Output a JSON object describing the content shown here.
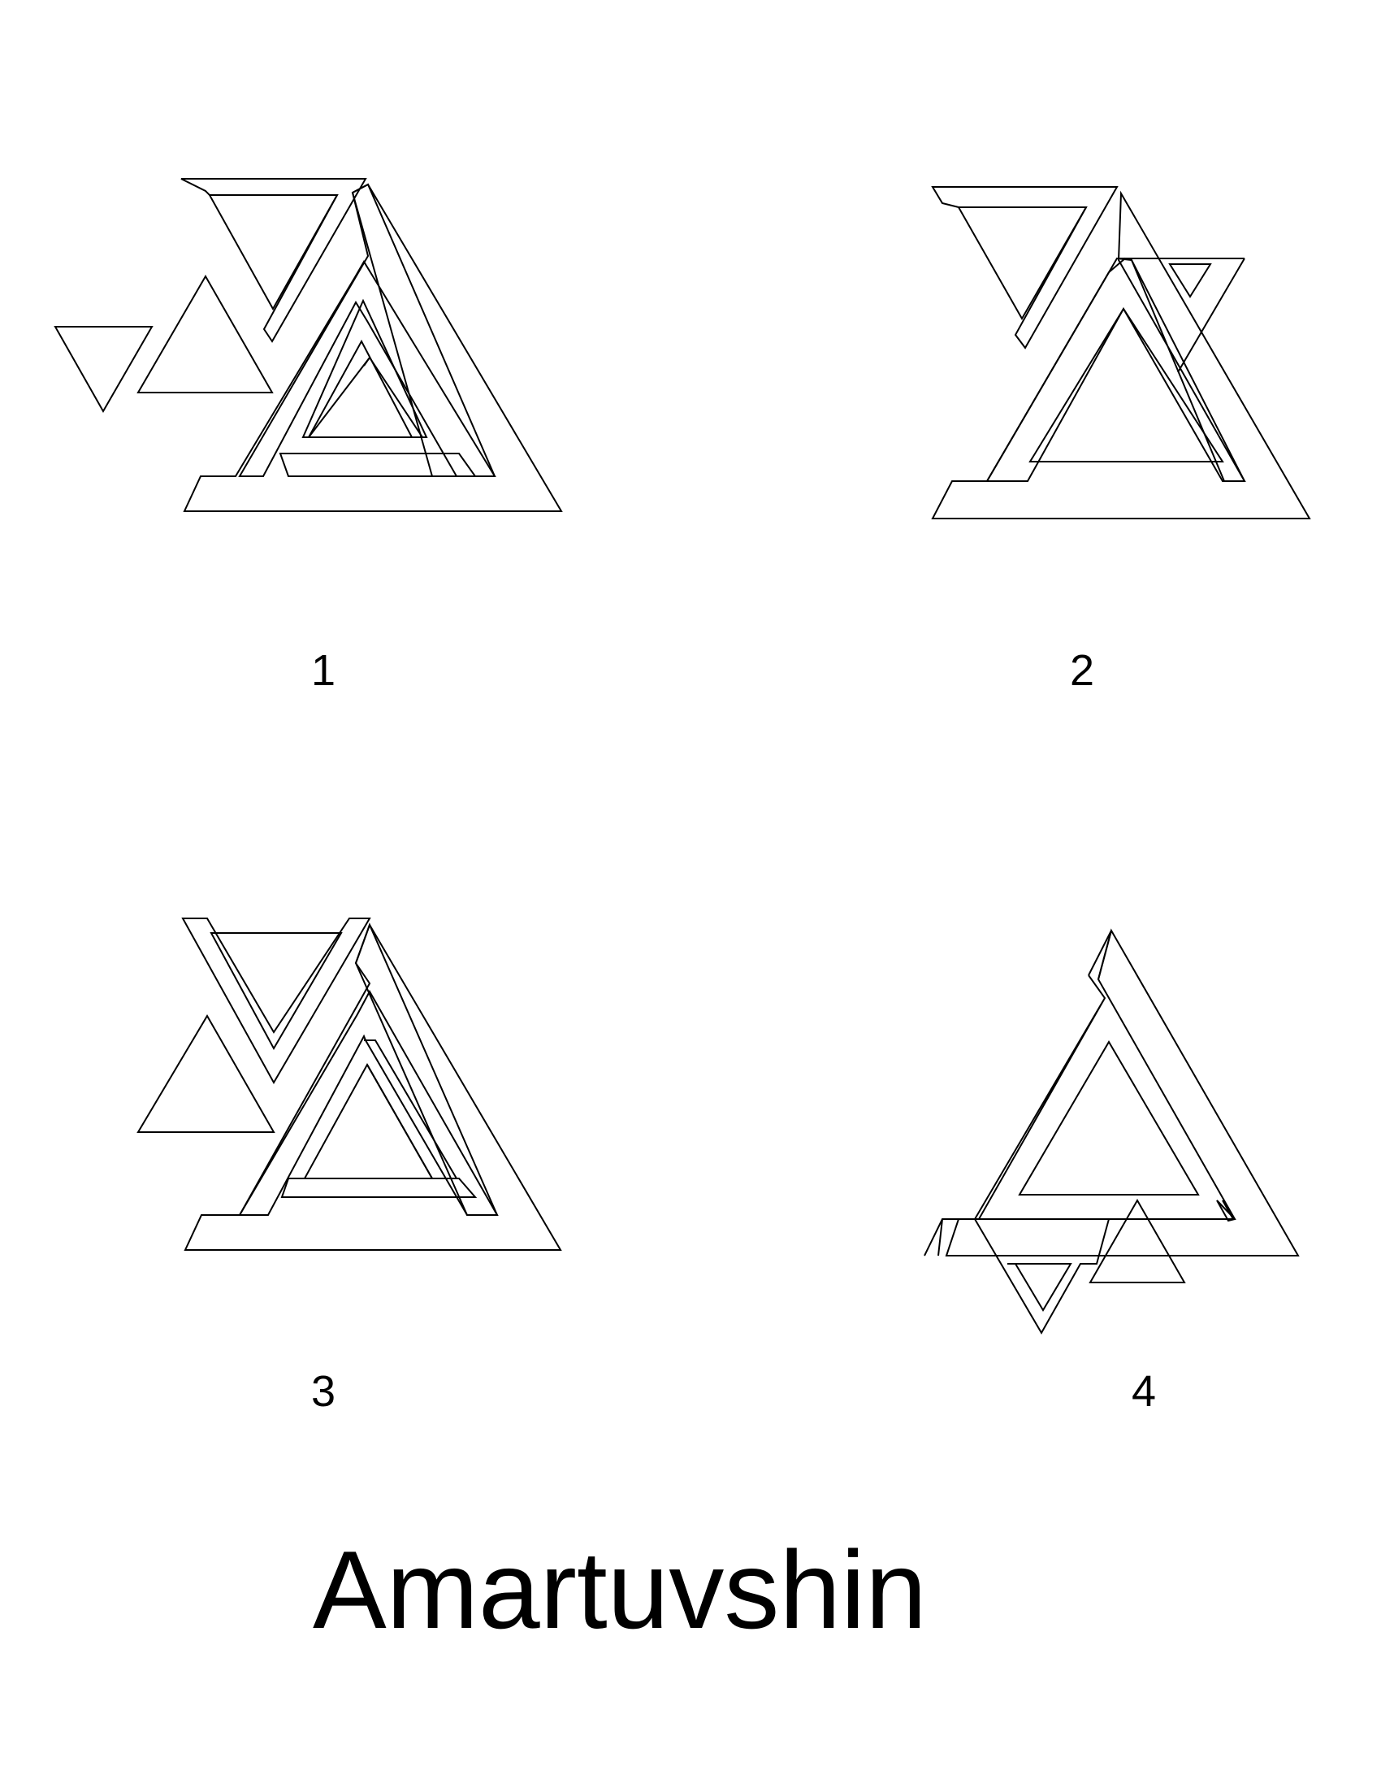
{
  "figures": [
    {
      "label": "1"
    },
    {
      "label": "2"
    },
    {
      "label": "3"
    },
    {
      "label": "4"
    }
  ],
  "author_name": "Amartuvshin",
  "colors": {
    "background": "#ffffff",
    "ink": "#000000"
  }
}
